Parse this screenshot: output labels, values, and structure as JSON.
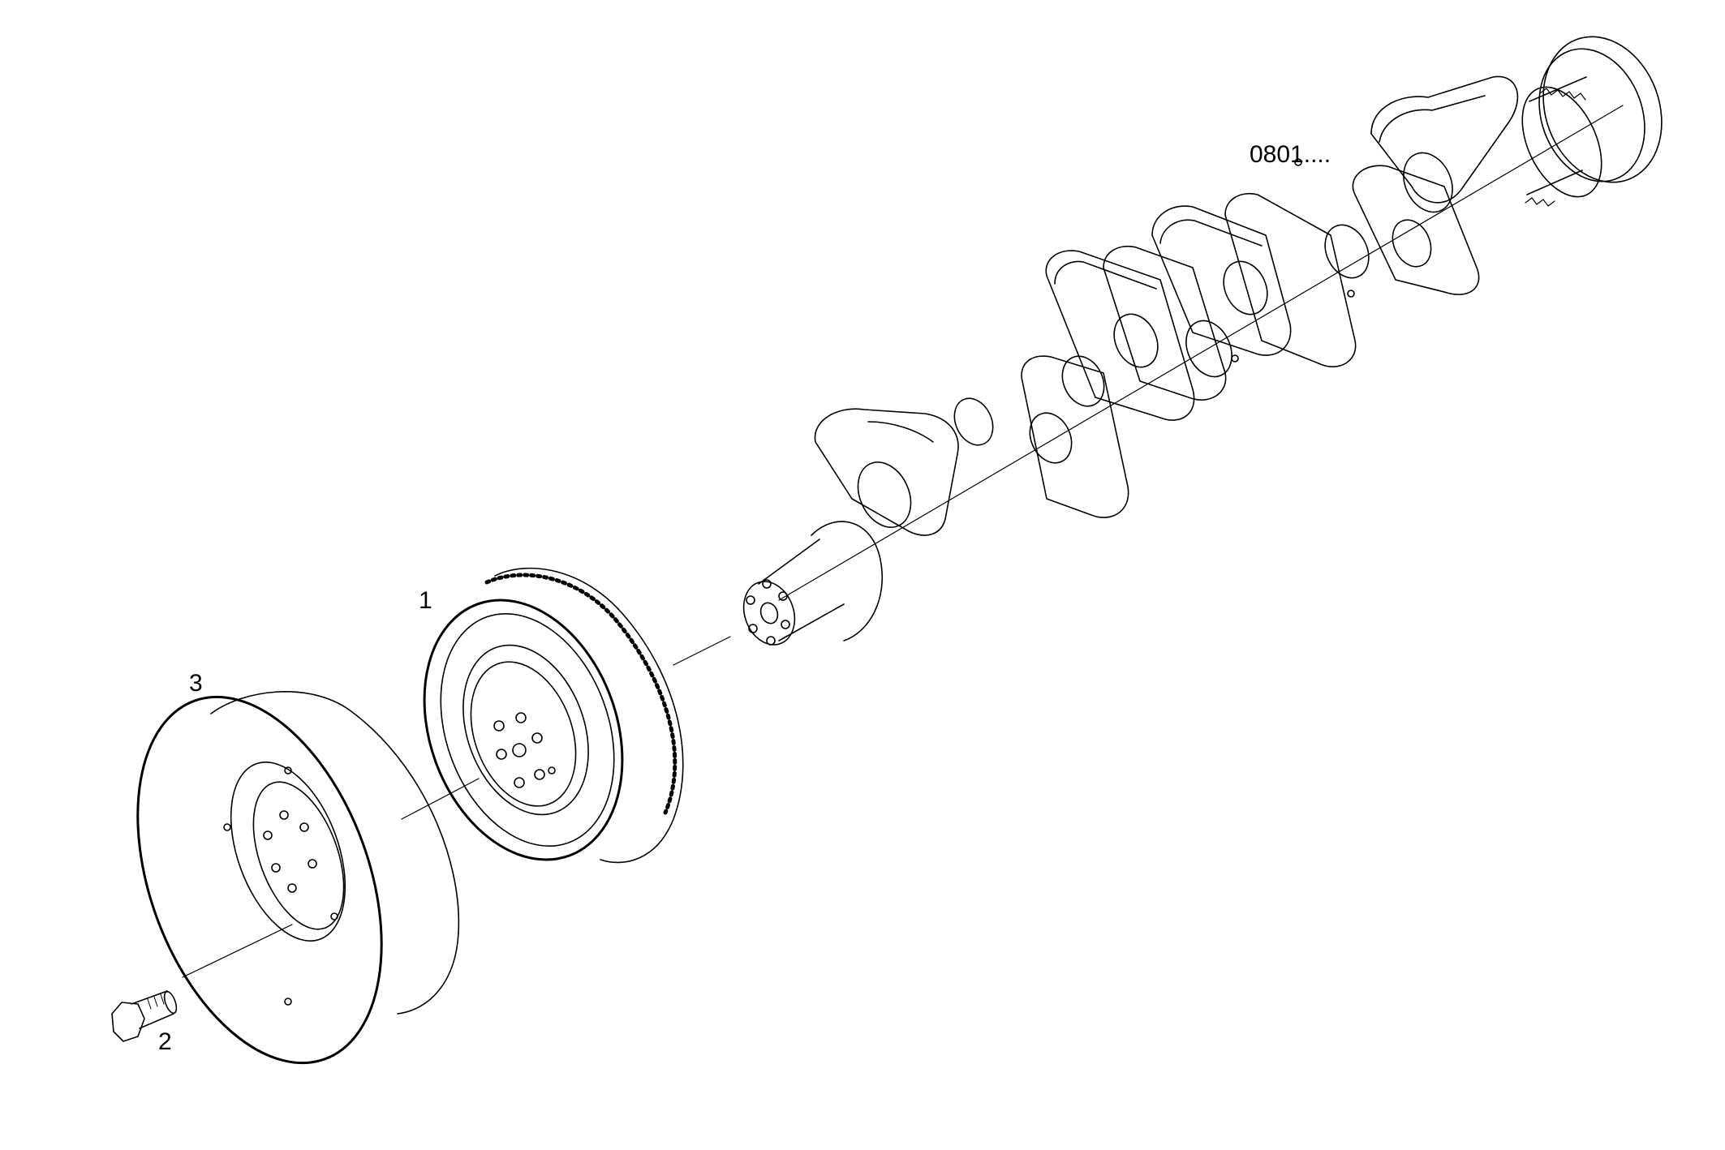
{
  "drawing": {
    "reference_label": "0801....",
    "callouts": {
      "damper": "1",
      "bolt": "2",
      "pulley": "3"
    }
  },
  "colors": {
    "line": "#000000",
    "background": "#ffffff"
  }
}
